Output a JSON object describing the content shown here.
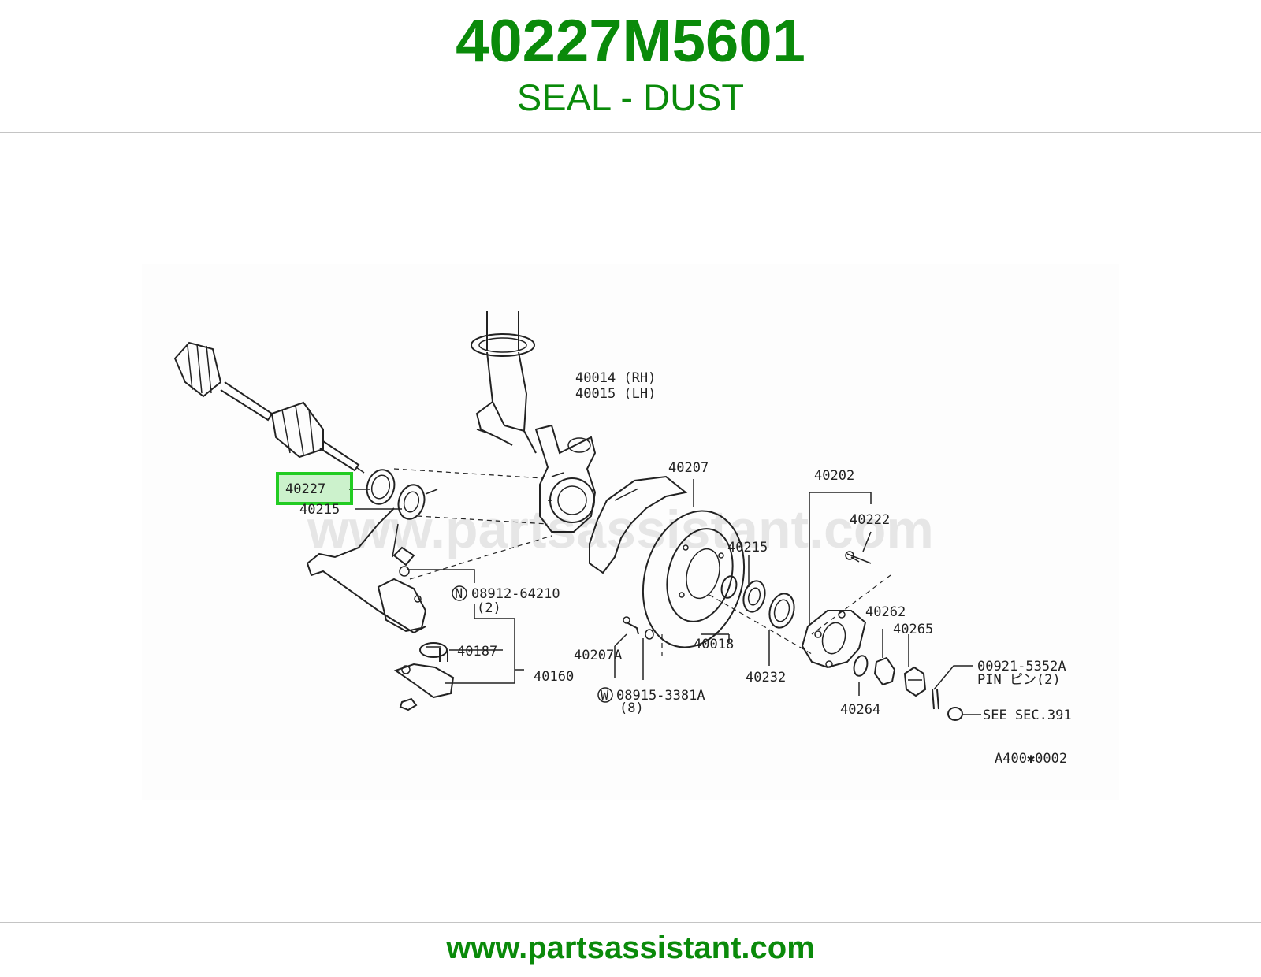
{
  "header": {
    "part_number": "40227M5601",
    "part_name": "SEAL - DUST"
  },
  "footer": {
    "url": "www.partsassistant.com"
  },
  "diagram": {
    "watermark": "www.partsassistant.com",
    "highlight_color": "#22cc22",
    "labels": {
      "l40014": "40014 (RH)",
      "l40015": "40015 (LH)",
      "l40227": "40227",
      "l40215a": "40215",
      "l40207": "40207",
      "l40202": "40202",
      "l40222": "40222",
      "l40215b": "40215",
      "l08912": "08912-64210",
      "l08912q": "(2)",
      "l40187": "40187",
      "l40160": "40160",
      "l40207a": "40207A",
      "l40018": "40018",
      "l40232": "40232",
      "l40262": "40262",
      "l40265": "40265",
      "l00921": "00921-5352A",
      "lpin": "PIN ピン(2)",
      "l08915": "08915-3381A",
      "l08915q": "(8)",
      "l40264": "40264",
      "lsee": "SEE SEC.391",
      "lcode": "A400✱0002",
      "n_badge": "N",
      "w_badge": "W"
    }
  }
}
